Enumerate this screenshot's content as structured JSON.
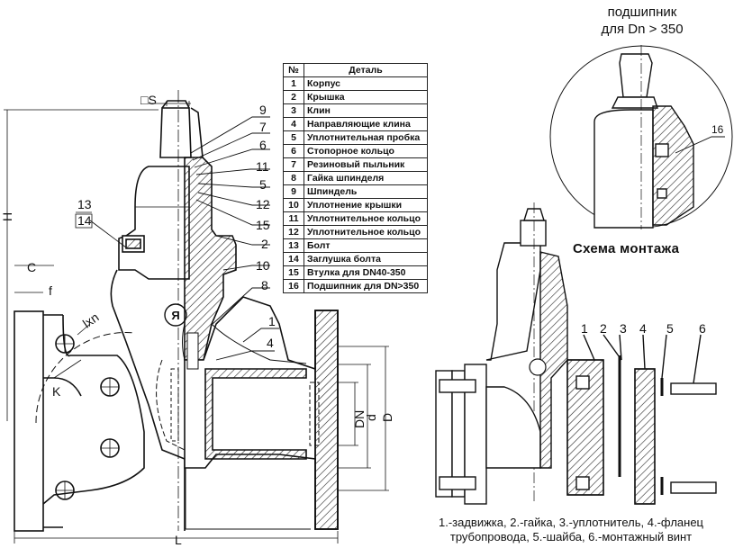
{
  "parts_table": {
    "header_num": "№",
    "header_name": "Деталь",
    "rows": [
      {
        "num": "1",
        "name": "Корпус"
      },
      {
        "num": "2",
        "name": "Крышка"
      },
      {
        "num": "3",
        "name": "Клин"
      },
      {
        "num": "4",
        "name": "Направляющие клина"
      },
      {
        "num": "5",
        "name": "Уплотнительная пробка"
      },
      {
        "num": "6",
        "name": "Стопорное кольцо"
      },
      {
        "num": "7",
        "name": "Резиновый пыльник"
      },
      {
        "num": "8",
        "name": "Гайка шпинделя"
      },
      {
        "num": "9",
        "name": "Шпиндель"
      },
      {
        "num": "10",
        "name": "Уплотнение крышки"
      },
      {
        "num": "11",
        "name": "Уплотнительное кольцо"
      },
      {
        "num": "12",
        "name": "Уплотнительное кольцо"
      },
      {
        "num": "13",
        "name": "Болт"
      },
      {
        "num": "14",
        "name": "Заглушка болта"
      },
      {
        "num": "15",
        "name": "Втулка для DN40-350"
      },
      {
        "num": "16",
        "name": "Подшипник для DN>350"
      }
    ]
  },
  "bearing_detail": {
    "title_line1": "подшипник",
    "title_line2": "для Dn > 350",
    "callout": "16"
  },
  "main_drawing": {
    "dimensions": {
      "S": "□S",
      "H": "H",
      "C": "C",
      "f": "f",
      "lxn": "lxn",
      "K": "K",
      "DN": "DN",
      "d": "d",
      "D": "D",
      "L": "L"
    },
    "callouts_right": [
      "9",
      "7",
      "6",
      "11",
      "5",
      "12",
      "15",
      "2",
      "10",
      "8",
      "1",
      "4"
    ],
    "callout_13": "13",
    "callout_14": "14"
  },
  "mounting_scheme": {
    "title": "Схема монтажа",
    "callouts": [
      "1",
      "2",
      "3",
      "4",
      "5",
      "6"
    ],
    "legend_line1": "1.-задвижка, 2.-гайка, 3.-уплотнитель, 4.-фланец",
    "legend_line2": "трубопровода, 5.-шайба, 6.-монтажный винт"
  }
}
